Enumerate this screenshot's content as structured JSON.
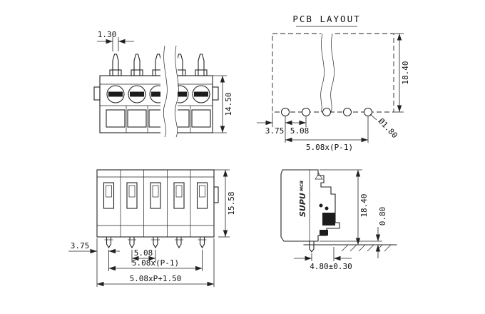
{
  "sheet": {
    "background": "#ffffff",
    "line_color": "#222222"
  },
  "pcb_layout": {
    "title": "PCB LAYOUT",
    "dim_height": "18.40",
    "dim_edge_to_hole": "3.75",
    "dim_hole_pitch": "5.08",
    "dim_hole_span": "5.08x(P-1)",
    "dim_hole_diameter": "Ø1.80"
  },
  "front_view": {
    "dim_pin_width": "1.30",
    "dim_body_height": "14.50"
  },
  "bottom_view": {
    "dim_body_height": "15.58",
    "dim_edge_to_pin": "3.75",
    "dim_pin_pitch": "5.08",
    "dim_pin_span": "5.08x(P-1)",
    "dim_total_width": "5.08xP+1.50"
  },
  "side_view": {
    "dim_height": "18.40",
    "dim_standoff": "0.80",
    "dim_pin_depth": "4.80±0.30",
    "brand": "SUPU",
    "brand_sub": "MCB"
  }
}
